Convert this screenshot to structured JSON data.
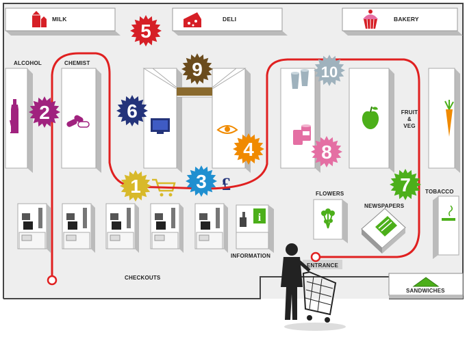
{
  "colors": {
    "floor": "#eeeeee",
    "wall": "#444444",
    "shelf": "#ffffff",
    "shelf_side": "#bbbbbb",
    "route": "#e02020",
    "purple": "#a0227e",
    "navy": "#23337a",
    "brown": "#6b4c1d",
    "orange": "#f08a00",
    "blue": "#1f8fd0",
    "green": "#4caf1a",
    "red": "#d61f26",
    "silver": "#9fb2bd",
    "pink": "#e46fa3",
    "yellow": "#d8b92a"
  },
  "sections": {
    "milk": "MILK",
    "deli": "DELI",
    "bakery": "BAKERY",
    "alcohol": "ALCOHOL",
    "chemist": "CHEMIST",
    "fruit_veg": [
      "FRUIT",
      "&",
      "VEG"
    ],
    "tobacco": "TOBACCO",
    "flowers": "FLOWERS",
    "newspapers": "NEWSPAPERS",
    "information": "INFORMATION",
    "checkouts": "CHECKOUTS",
    "entrance": "ENTRANCE",
    "sandwiches": "SANDWICHES"
  },
  "markers": [
    {
      "n": "1",
      "color": "yellow",
      "icon": "trolley-icon"
    },
    {
      "n": "2",
      "color": "purple",
      "icon": "wine-bottle-icon"
    },
    {
      "n": "3",
      "color": "blue",
      "icon": "pound-sign-icon"
    },
    {
      "n": "4",
      "color": "orange",
      "icon": "eye-icon"
    },
    {
      "n": "5",
      "color": "red",
      "icon": ""
    },
    {
      "n": "6",
      "color": "navy",
      "icon": "television-icon"
    },
    {
      "n": "7",
      "color": "green",
      "icon": "newspaper-icon"
    },
    {
      "n": "8",
      "color": "pink",
      "icon": "cans-icon"
    },
    {
      "n": "9",
      "color": "brown",
      "icon": "aisle-sign-icon"
    },
    {
      "n": "10",
      "color": "silver",
      "icon": "cups-icon"
    }
  ],
  "info_glyph": "i",
  "pound_glyph": "£"
}
